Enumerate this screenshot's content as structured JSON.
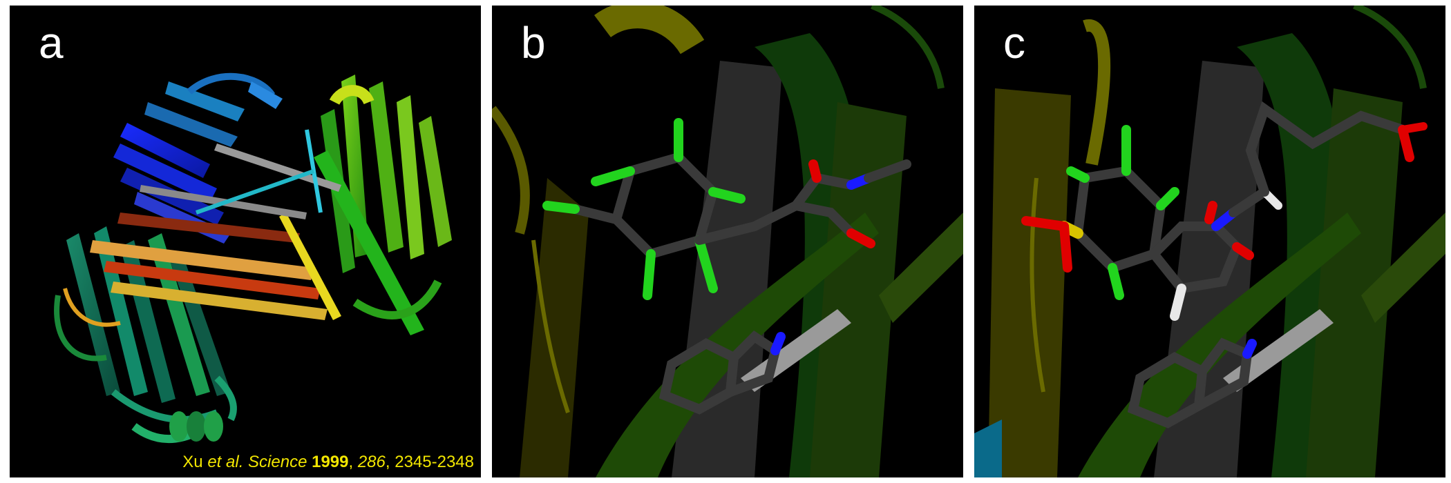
{
  "panels": [
    {
      "label": "a"
    },
    {
      "label": "b"
    },
    {
      "label": "c"
    }
  ],
  "citation": {
    "authors": "Xu",
    "etal": "et al.",
    "journal": "Science",
    "year": "1999",
    "volume": "286",
    "pages": "2345-2348"
  },
  "colors": {
    "background": "#000000",
    "citation_text": "#f2e600",
    "carbon": "#3a3a3a",
    "chlorine": "#22d41e",
    "nitrogen": "#1a1aff",
    "oxygen": "#e00000",
    "sulfur": "#d8c400",
    "hydrogen": "#e8e8e8"
  }
}
